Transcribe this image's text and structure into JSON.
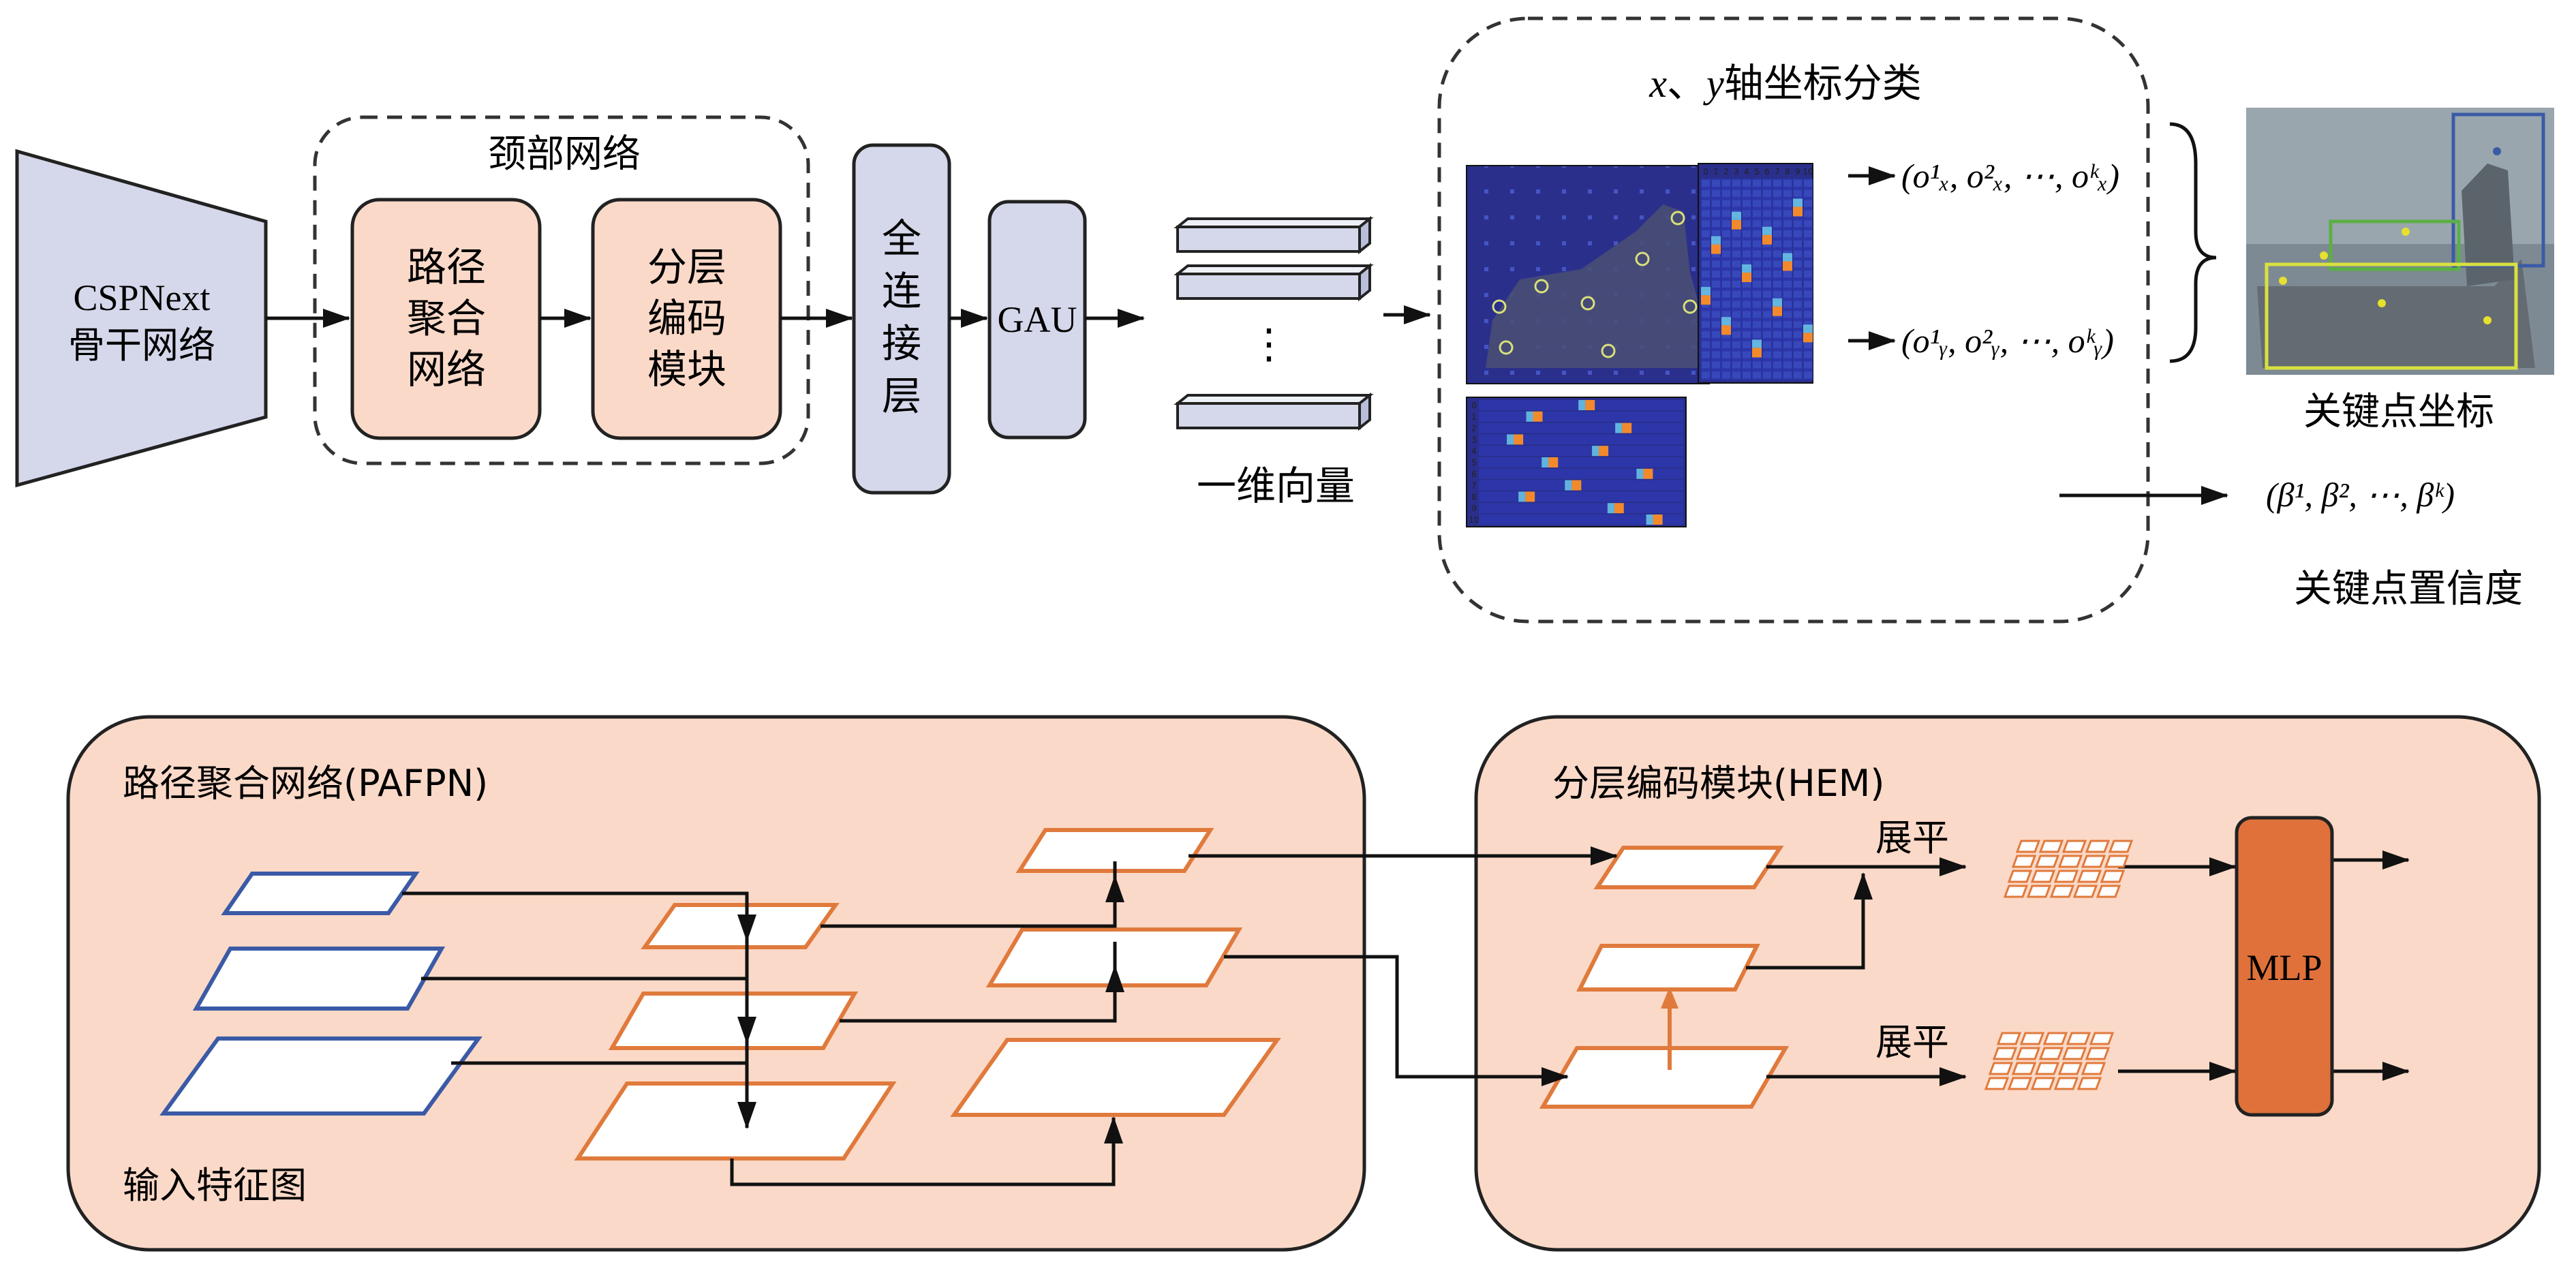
{
  "backbone": {
    "line1": "CSPNext",
    "line2": "骨干网络"
  },
  "neck": {
    "title": "颈部网络",
    "pafpn_box": [
      "路径",
      "聚合",
      "网络"
    ],
    "hem_box": [
      "分层",
      "编码",
      "模块"
    ]
  },
  "fc_box": [
    "全",
    "连",
    "接",
    "层"
  ],
  "gau_label": "GAU",
  "vector": {
    "dots": "⋮",
    "label": "一维向量"
  },
  "classification": {
    "title_x": "x",
    "title_sep": "、",
    "title_y": "y",
    "title_rest": "轴坐标分类",
    "x_axis_ticks": [
      "0",
      "1",
      "2",
      "3",
      "4",
      "5",
      "6",
      "7",
      "8",
      "9",
      "10"
    ],
    "y_axis_ticks": [
      "0",
      "1",
      "2",
      "3",
      "4",
      "5",
      "6",
      "7",
      "8",
      "9",
      "10"
    ]
  },
  "outputs": {
    "ox_formula": "(o¹ₓ, o²ₓ, ⋯, oᵏₓ)",
    "oy_formula": "(o¹ᵧ, o²ᵧ, ⋯, oᵏᵧ)",
    "keypoint_coord_label": "关键点坐标",
    "beta_formula": "(β¹, β², ⋯, βᵏ)",
    "confidence_label": "关键点置信度"
  },
  "pafpn_panel": {
    "title": "路径聚合网络(PAFPN)",
    "input_label": "输入特征图"
  },
  "hem_panel": {
    "title": "分层编码模块(HEM)",
    "flatten_top": "展平",
    "flatten_bottom": "展平",
    "mlp": "MLP"
  },
  "colors": {
    "peach_fill": "#fbd9c8",
    "lavender_fill": "#d5d8eb",
    "orange_stroke": "#e07a3c",
    "blue_stroke": "#3b5aa6",
    "mlp_fill": "#e0713b",
    "heatmap_bg": "#2b2f8c"
  }
}
